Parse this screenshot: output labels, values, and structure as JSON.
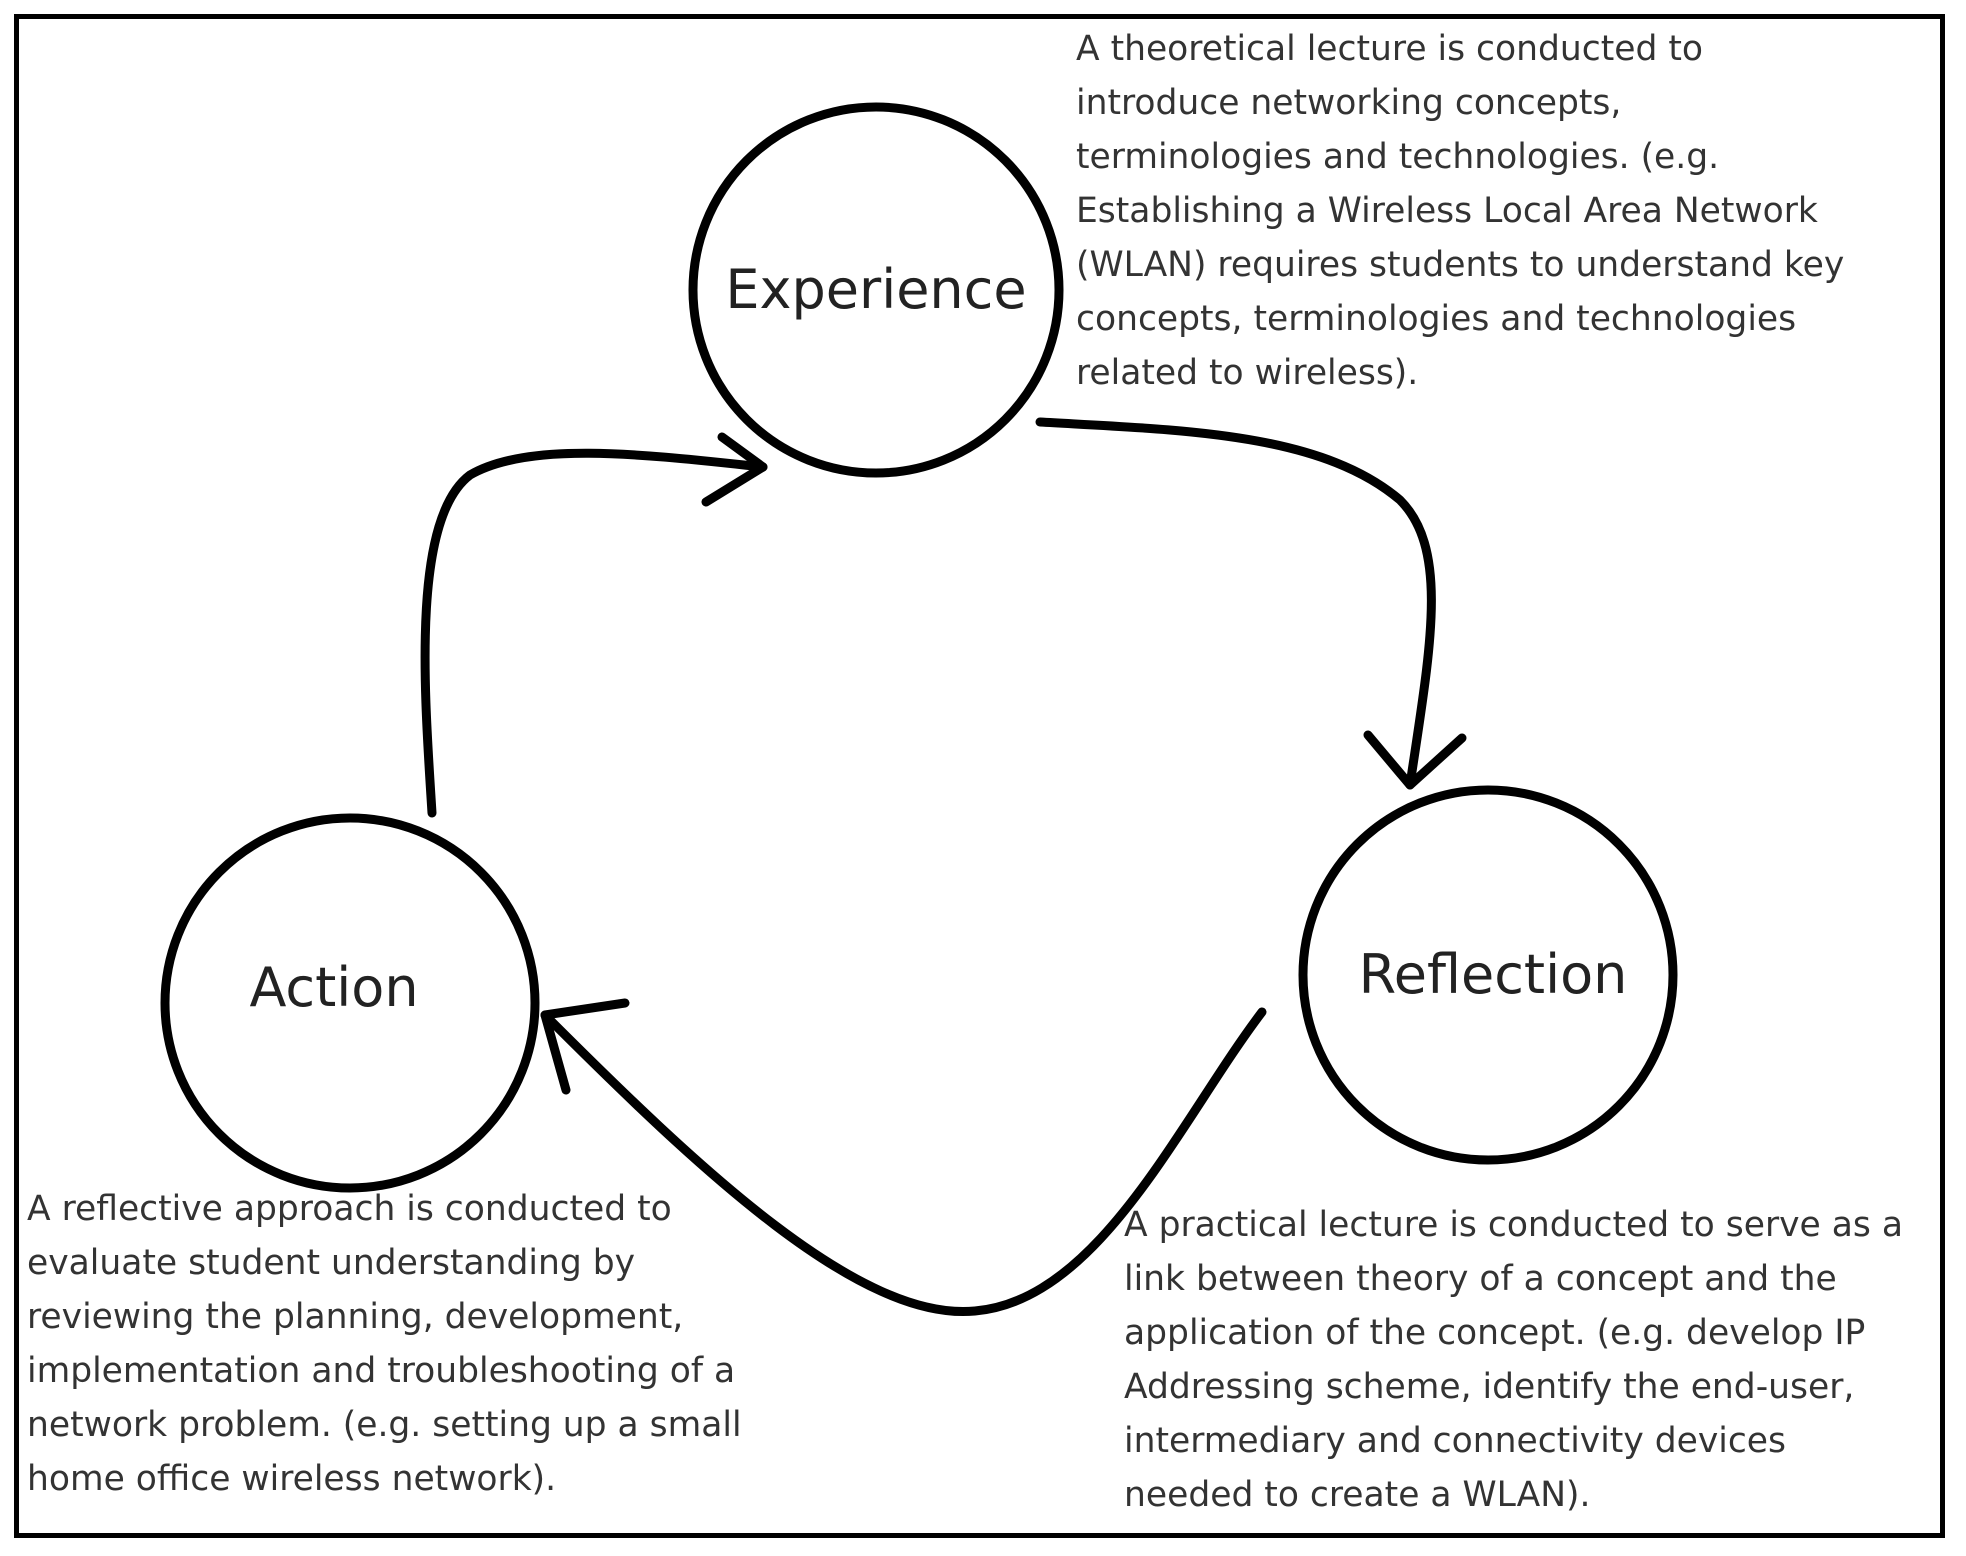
{
  "colors": {
    "stroke": "#000000",
    "text": "#222222",
    "description_text": "#333333",
    "background": "#ffffff"
  },
  "nodes": {
    "experience": {
      "label": "Experience",
      "description": "A theoretical lecture is conducted to\nintroduce networking concepts,\nterminologies and technologies. (e.g.\nEstablishing a Wireless Local Area Network\n(WLAN) requires students to understand key\nconcepts, terminologies and technologies\nrelated to wireless)."
    },
    "reflection": {
      "label": "Reflection",
      "description": "A practical lecture is conducted to serve as a\nlink between theory of a concept and the\napplication of the concept. (e.g. develop IP\nAddressing scheme, identify the end-user,\nintermediary and connectivity devices\nneeded to create a WLAN)."
    },
    "action": {
      "label": "Action",
      "description": "A reflective approach is conducted to\nevaluate student understanding by\nreviewing the planning, development,\nimplementation and troubleshooting of a\nnetwork problem. (e.g. setting up a small\nhome office wireless network)."
    }
  },
  "edges": [
    {
      "from": "Experience",
      "to": "Reflection"
    },
    {
      "from": "Reflection",
      "to": "Action"
    },
    {
      "from": "Action",
      "to": "Experience"
    }
  ]
}
